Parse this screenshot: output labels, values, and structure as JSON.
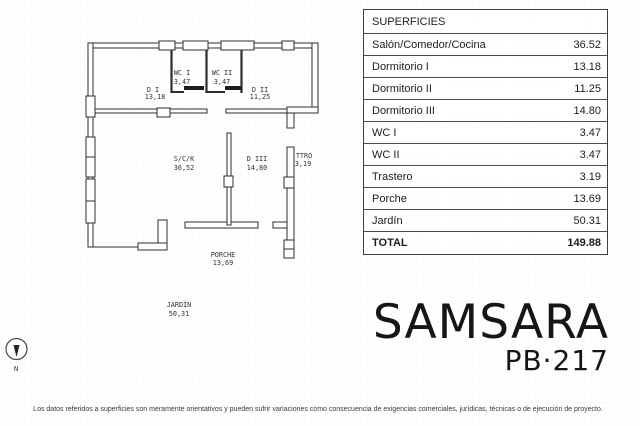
{
  "plan": {
    "compass_label": "N",
    "rooms": [
      {
        "abbr": "WC I",
        "area": "3,47"
      },
      {
        "abbr": "WC II",
        "area": "3,47"
      },
      {
        "abbr": "D I",
        "area": "13,18"
      },
      {
        "abbr": "D II",
        "area": "11,25"
      },
      {
        "abbr": "S/C/K",
        "area": "36,52"
      },
      {
        "abbr": "D III",
        "area": "14,80"
      },
      {
        "abbr": "TTRO",
        "area": "3,19"
      },
      {
        "abbr": "PORCHE",
        "area": "13,69"
      },
      {
        "abbr": "JARDÍN",
        "area": "50,31"
      }
    ]
  },
  "table": {
    "header": "SUPERFICIES",
    "rows": [
      {
        "label": "Salón/Comedor/Cocina",
        "value": "36.52"
      },
      {
        "label": "Dormitorio I",
        "value": "13.18"
      },
      {
        "label": "Dormitorio II",
        "value": "11.25"
      },
      {
        "label": "Dormitorio III",
        "value": "14.80"
      },
      {
        "label": "WC I",
        "value": "3.47"
      },
      {
        "label": "WC II",
        "value": "3.47"
      },
      {
        "label": "Trastero",
        "value": "3.19"
      },
      {
        "label": "Porche",
        "value": "13.69"
      },
      {
        "label": "Jardín",
        "value": "50.31"
      }
    ],
    "total": {
      "label": "TOTAL",
      "value": "149.88"
    }
  },
  "branding": {
    "name": "SAMSARA",
    "model": "PB·217"
  },
  "footer": {
    "disclaimer": "Los datos referidos a superficies son meramente orientativos y pueden sufrir variaciones como consecuencia de exigencias comerciales, jurídicas, técnicas o de ejecución de proyecto."
  },
  "colors": {
    "ink": "#161616",
    "wall": "#2d2d2d",
    "table_border": "#3f3f3f"
  }
}
